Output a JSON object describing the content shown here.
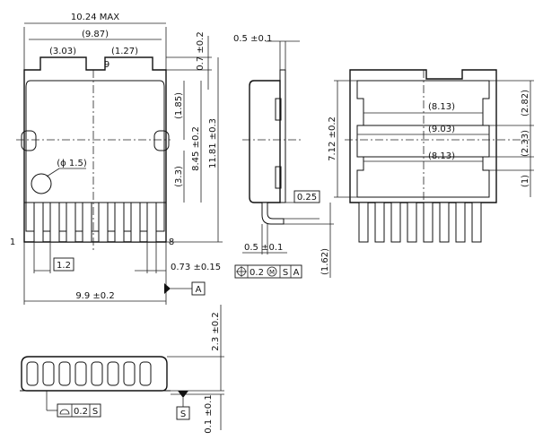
{
  "top_view": {
    "overall_width": "10.24 MAX",
    "tab_width": "(9.87)",
    "slot_left": "(3.03)",
    "slot_right": "(1.27)",
    "pin_9": "9",
    "tab_protrusion": "0.7 ±0.2",
    "hole_offset": "(1.85)",
    "body_height": "8.45 ±0.2",
    "overall_height": "11.81 ±0.3",
    "lead_zone": "(3.3)",
    "hole_dia": "(ϕ 1.5)",
    "pin_1": "1",
    "pin_8": "8",
    "pitch": "1.2",
    "lead_width": "0.73 ±0.15",
    "body_width": "9.9 ±0.2",
    "datum_a": "A",
    "pos_tol": "0.2",
    "modifier_m": "M",
    "datum_s": "S"
  },
  "side_view": {
    "tab_thickness": "0.5 ±0.1",
    "standoff": "0.25",
    "lead_thickness": "0.5 ±0.1",
    "lead_length": "(1.62)"
  },
  "bottom_view": {
    "pad_height": "7.12 ±0.2",
    "width_upper": "(8.13)",
    "width_mid": "(9.03)",
    "width_lower": "(8.13)",
    "h_282": "(2.82)",
    "h_233": "(2.33)",
    "h_1": "(1)"
  },
  "front_view": {
    "height": "2.3 ±0.2",
    "flatness": "0.2",
    "flatness_datum": "S",
    "datum_s": "S",
    "seat_gap": "0.1 ±0.1"
  }
}
